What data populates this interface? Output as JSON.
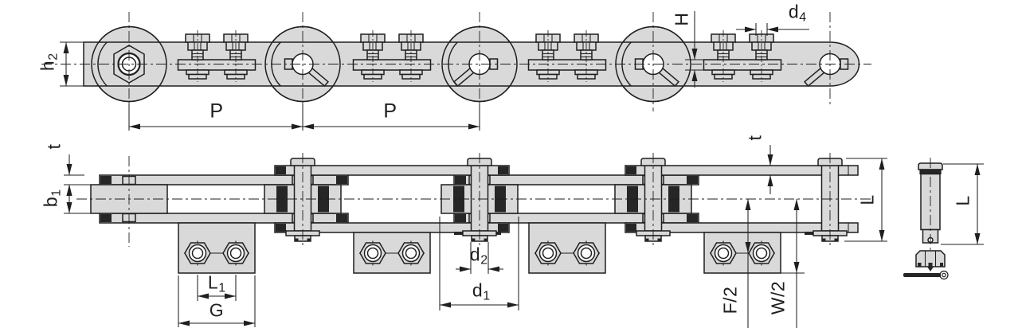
{
  "colors": {
    "surface": "#d9d9d9",
    "line": "#1f1f1f",
    "dark": "#262626",
    "background": "#ffffff"
  },
  "side_view": {
    "dim_h2": {
      "base": "h",
      "sub": "2"
    },
    "dim_p_left": "P",
    "dim_p_right": "P",
    "dim_H": "H",
    "dim_d4": {
      "base": "d",
      "sub": "4"
    }
  },
  "plan_view": {
    "dim_t_left": "t",
    "dim_b1": {
      "base": "b",
      "sub": "1"
    },
    "dim_t_right": "t",
    "dim_L_end": "L",
    "dim_d2": {
      "base": "d",
      "sub": "2"
    },
    "dim_d1": {
      "base": "d",
      "sub": "1"
    },
    "dim_L1": {
      "base": "L",
      "sub": "1"
    },
    "dim_G": "G",
    "dim_F_half": "F/2",
    "dim_W_half": "W/2"
  },
  "pin_detail": {
    "dim_L": "L"
  }
}
